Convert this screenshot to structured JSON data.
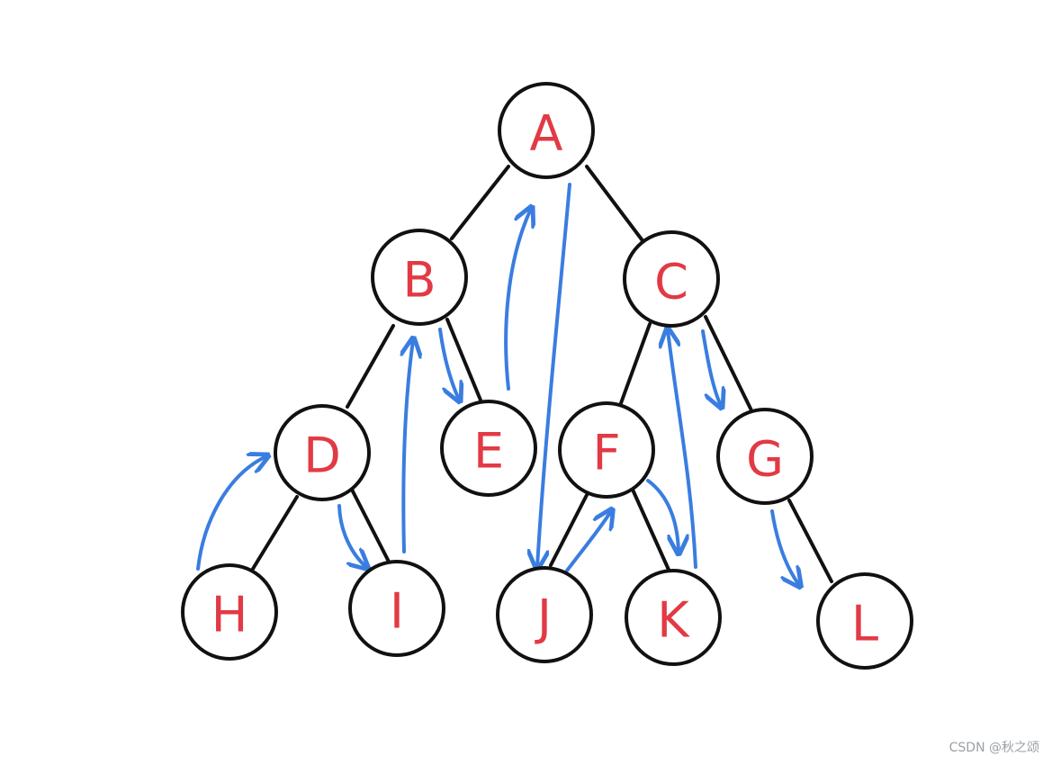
{
  "diagram": {
    "node_labels": [
      "A",
      "B",
      "C",
      "D",
      "E",
      "F",
      "G",
      "H",
      "I",
      "J",
      "K",
      "L"
    ],
    "node_text_color": "#e23a45",
    "edge_color": "#111111",
    "arrow_color": "#3a7de0"
  },
  "watermark": {
    "text": "CSDN @秋之颂"
  }
}
